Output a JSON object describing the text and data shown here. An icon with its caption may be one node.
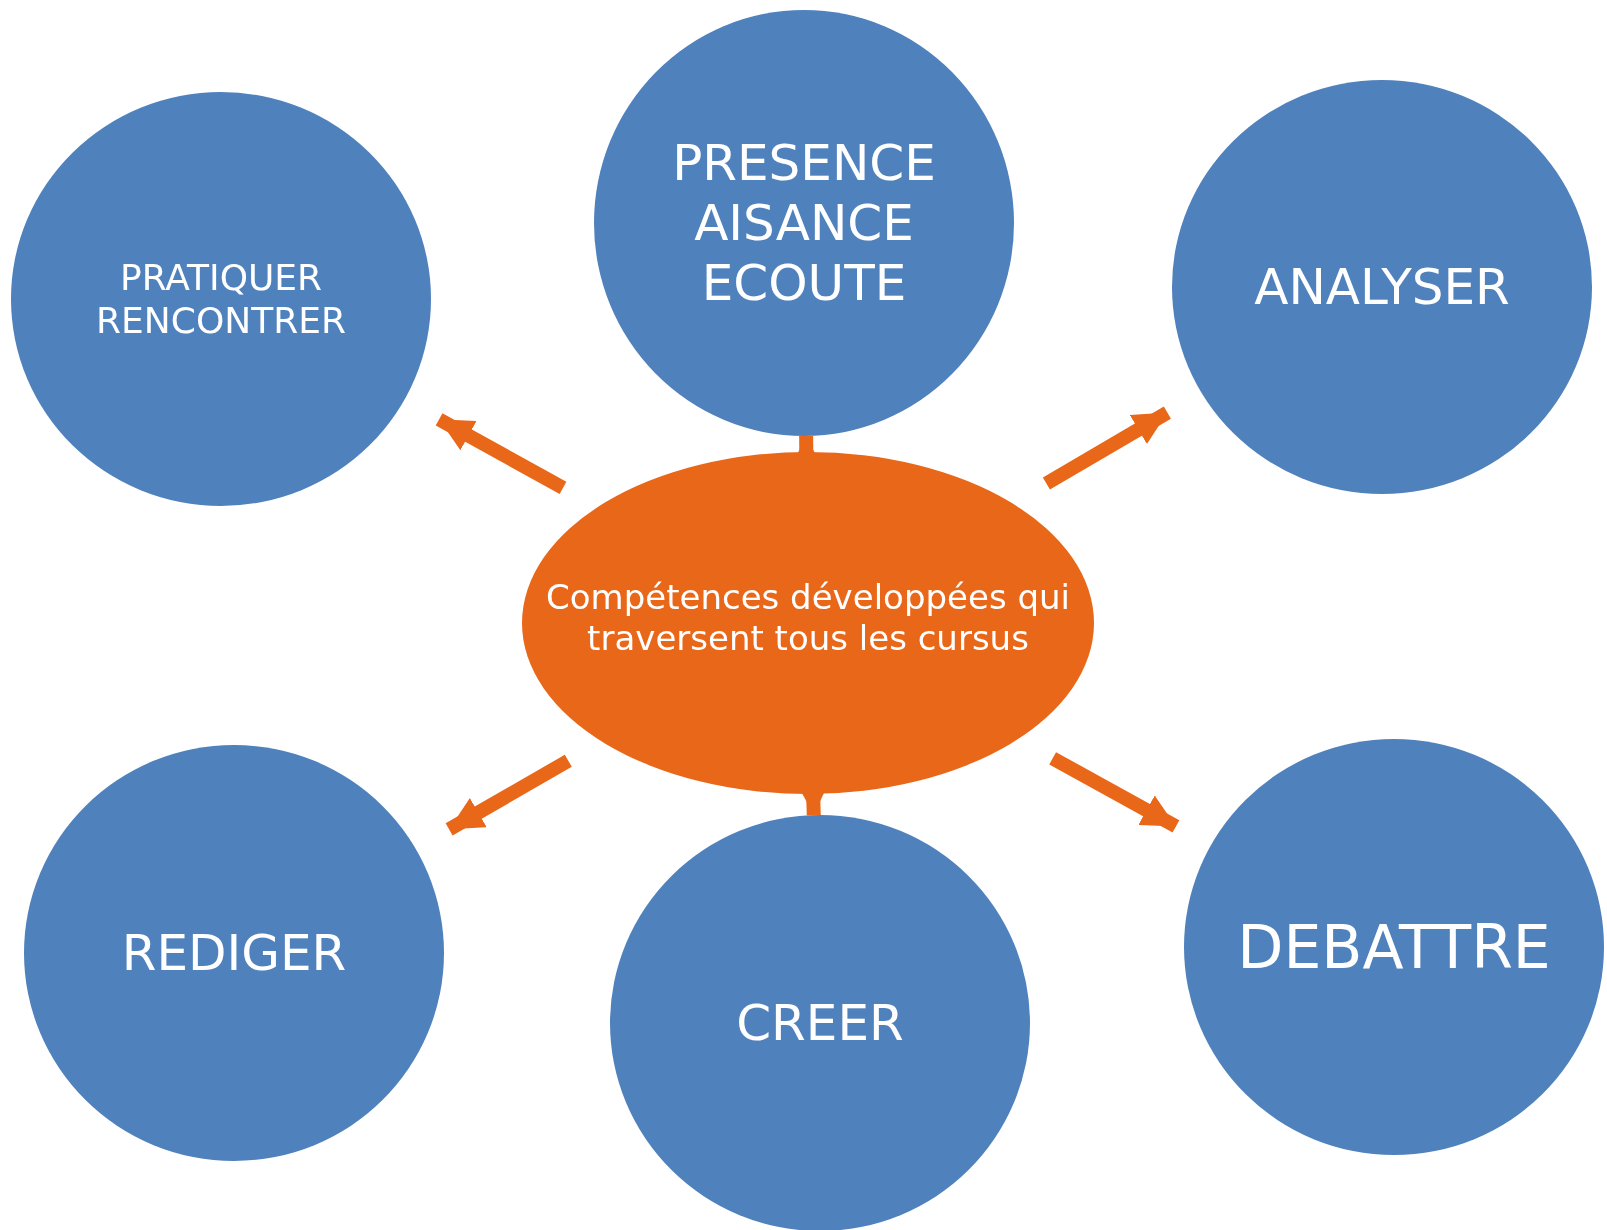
{
  "diagram": {
    "nodes": [
      {
        "text": [
          "PRATIQUER RENCONTRER"
        ]
      },
      {
        "text": [
          "PRESENCE AISANCE ECOUTE"
        ]
      },
      {
        "text": [
          "ANALYSER"
        ]
      },
      {
        "text": [
          "Compétences développées qui traversent tous les cursus"
        ]
      },
      {
        "text": [
          "REDIGER"
        ]
      },
      {
        "text": [
          "CREER"
        ]
      },
      {
        "text": [
          "DEBATTRE"
        ]
      }
    ],
    "edges": [
      {
        "from": 3,
        "to": 0,
        "arrow": "to"
      },
      {
        "from": 3,
        "to": 1,
        "arrow": "to"
      },
      {
        "from": 3,
        "to": 2,
        "arrow": "to"
      },
      {
        "from": 3,
        "to": 4,
        "arrow": "to"
      },
      {
        "from": 3,
        "to": 5,
        "arrow": "to"
      },
      {
        "from": 3,
        "to": 6,
        "arrow": "to"
      }
    ]
  }
}
